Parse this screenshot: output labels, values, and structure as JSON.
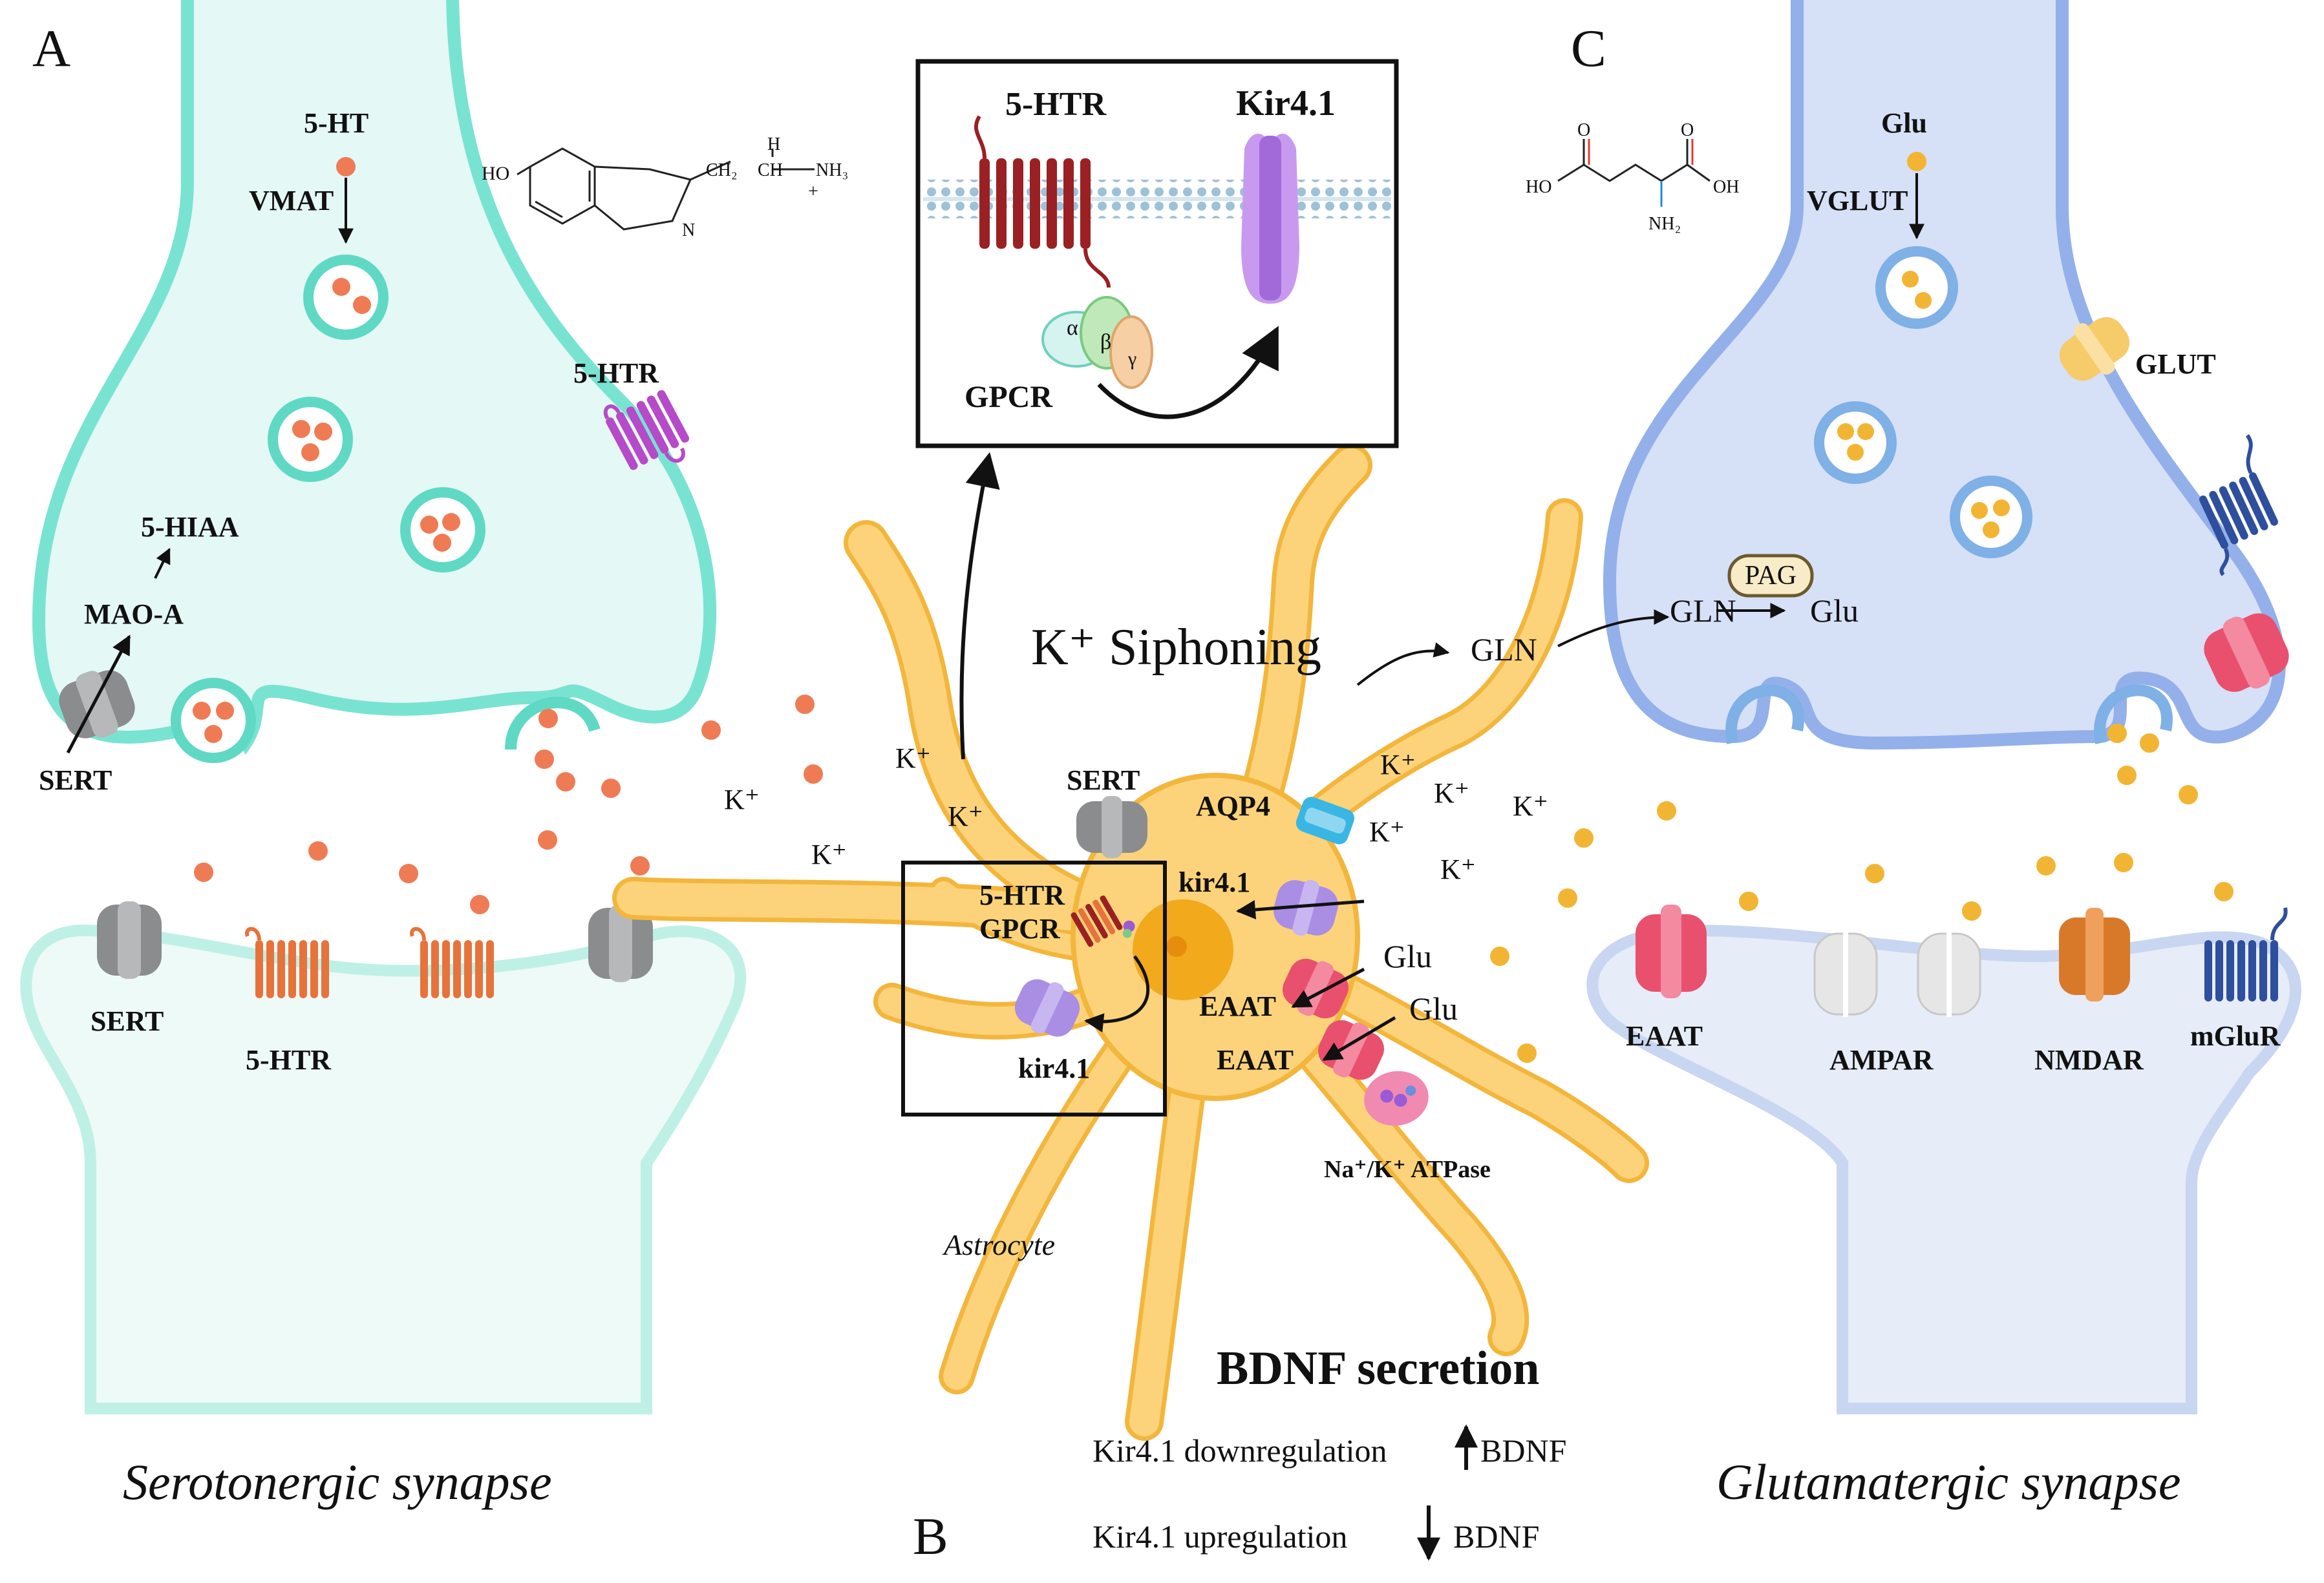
{
  "panels": {
    "a": "A",
    "b": "B",
    "c": "C"
  },
  "synapse_titles": {
    "serotonergic": "Serotonergic synapse",
    "glutamatergic": "Glutamatergic synapse"
  },
  "serotonergic": {
    "five_ht": "5-HT",
    "vmat": "VMAT",
    "five_htr_pre": "5-HTR",
    "five_hiaa": "5-HIAA",
    "mao_a": "MAO-A",
    "sert_pre": "SERT",
    "sert_post": "SERT",
    "five_htr_post": "5-HTR"
  },
  "molecule_5ht": {
    "ho": "HO",
    "ch2": "CH₂",
    "ch": "CH",
    "nh3": "NH₃",
    "h": "H",
    "plus": "+",
    "n": "N"
  },
  "molecule_glu": {
    "o1": "O",
    "o2": "O",
    "ho": "HO",
    "oh": "OH",
    "nh2": "NH₂"
  },
  "inset": {
    "five_htr": "5-HTR",
    "kir41": "Kir4.1",
    "gpcr": "GPCR",
    "alpha": "α",
    "beta": "β",
    "gamma": "γ"
  },
  "astrocyte": {
    "siphoning": "K⁺ Siphoning",
    "sert": "SERT",
    "aqp4": "AQP4",
    "kir41_top": "kir4.1",
    "htr_gpcr_1": "5-HTR",
    "htr_gpcr_2": "GPCR",
    "kir41_box": "kir4.1",
    "glu1": "Glu",
    "glu2": "Glu",
    "eaat1": "EAAT",
    "eaat2": "EAAT",
    "atpase": "Na⁺/K⁺ ATPase",
    "name": "Astrocyte",
    "gln": "GLN"
  },
  "potassium": {
    "label": "K⁺"
  },
  "bdnf": {
    "title": "BDNF secretion",
    "down": "Kir4.1 downregulation",
    "down_bdnf": "BDNF",
    "up": "Kir4.1 upregulation",
    "up_bdnf": "BDNF"
  },
  "glutamatergic": {
    "glu": "Glu",
    "vglut": "VGLUT",
    "glut": "GLUT",
    "pag": "PAG",
    "gln": "GLN",
    "glu2": "Glu",
    "eaat": "EAAT",
    "ampar": "AMPAR",
    "nmdar": "NMDAR",
    "mglur": "mGluR"
  },
  "colors": {
    "sero_terminal_fill": "#e4f8f5",
    "sero_terminal_stroke": "#79e3d2",
    "sero_post_fill": "#eefaf8",
    "sero_post_stroke": "#bff0e6",
    "serotonin": "#ef7b55",
    "astro_fill": "#fcd37a",
    "astro_stroke": "#f3b63c",
    "glu_terminal_fill": "#d6e0f7",
    "glu_terminal_stroke": "#93b0ea",
    "glu_post_fill": "#e6ecf8",
    "glu_post_stroke": "#c9d6f1",
    "glutamate": "#f2b533",
    "gpcr_red": "#9a2023",
    "gpcr_orange": "#e7733c",
    "gpcr_purple": "#b54bc8",
    "gpcr_blue": "#2d4f9d",
    "kir": "#a98ee4",
    "eaat": "#e9506d",
    "aqp4": "#39b6e3",
    "sert_grey": "#8a8c8e",
    "nmdar": "#d8792a"
  }
}
